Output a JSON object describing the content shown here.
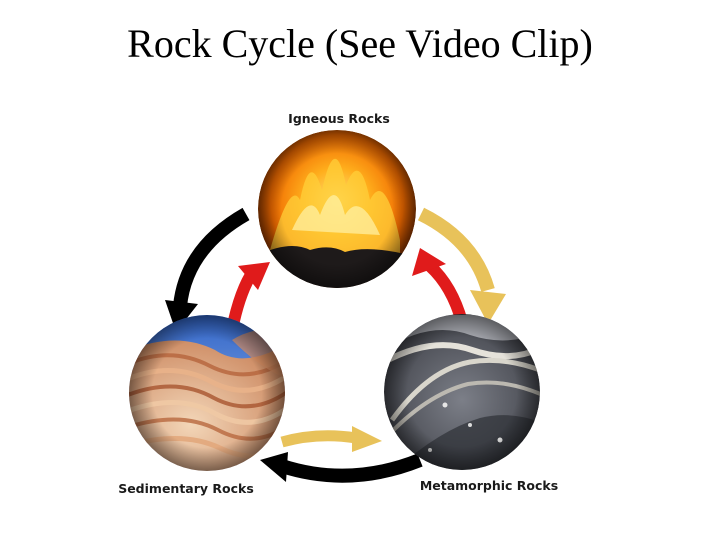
{
  "slide": {
    "title": "Rock Cycle (See Video Clip)"
  },
  "diagram": {
    "nodes": {
      "igneous": {
        "label": "Igneous Rocks"
      },
      "metamorphic": {
        "label": "Metamorphic Rocks"
      },
      "sedimentary": {
        "label": "Sedimentary Rocks"
      }
    },
    "colors": {
      "outer_arrow_left": "#000000",
      "outer_arrow_right": "#e8c25a",
      "inner_arrow": "#e01b1b",
      "bottom_outer_arrow": "#000000",
      "bottom_inner_arrow": "#e8c25a"
    }
  }
}
